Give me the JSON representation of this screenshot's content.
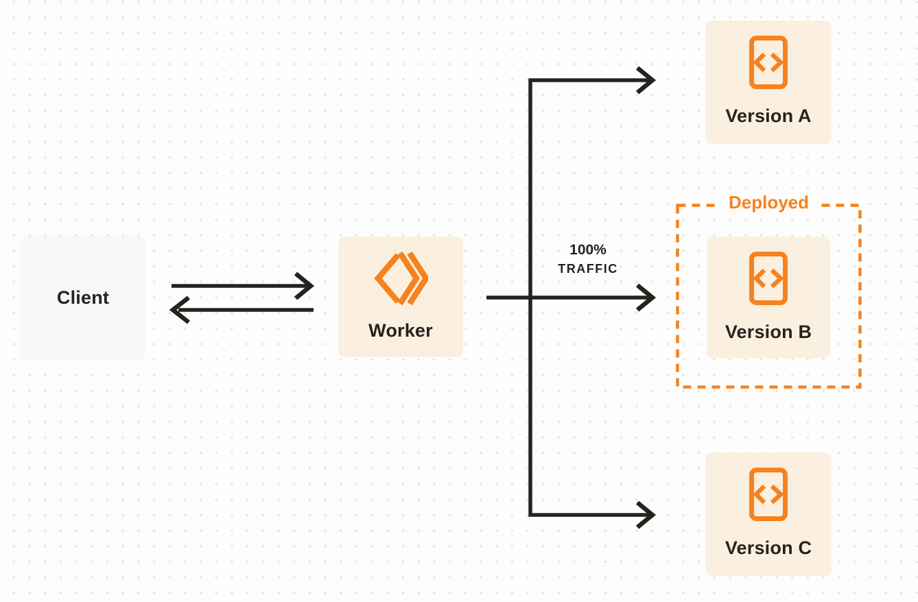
{
  "colors": {
    "accent_orange": "#F6821F",
    "node_cream_bg": "#FBF0DF",
    "client_gray_bg": "#F7F7F8",
    "line_dark": "#26231E",
    "canvas_bg": "#FDFDFD",
    "dot_grid": "#E3E3E6"
  },
  "nodes": {
    "client": {
      "label": "Client"
    },
    "worker": {
      "label": "Worker",
      "icon": "cloudflare-workers-logo"
    },
    "version_a": {
      "label": "Version A",
      "icon": "code-file-icon"
    },
    "version_b": {
      "label": "Version B",
      "icon": "code-file-icon"
    },
    "version_c": {
      "label": "Version C",
      "icon": "code-file-icon"
    }
  },
  "deployed_zone": {
    "label": "Deployed"
  },
  "traffic_annotation": {
    "line1": "100%",
    "line2": "TRAFFIC"
  }
}
